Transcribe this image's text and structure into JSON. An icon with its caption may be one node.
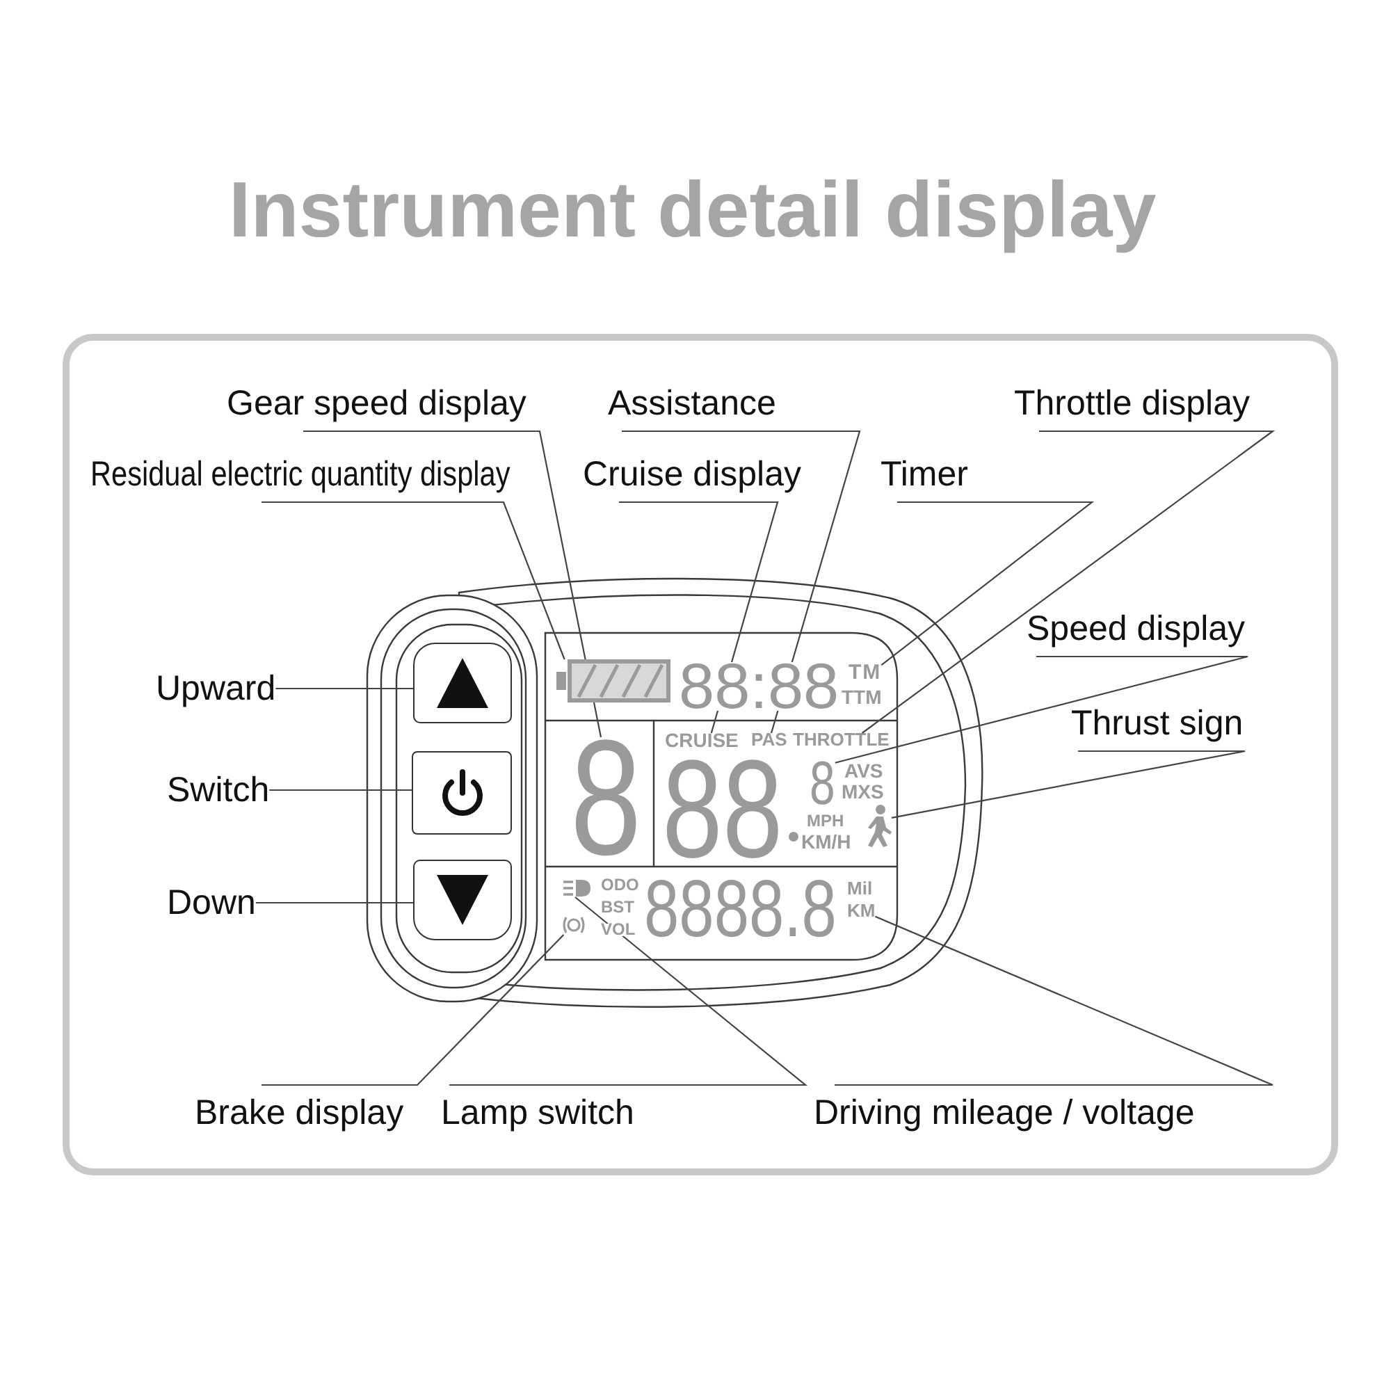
{
  "diagram": {
    "title": "Instrument detail display",
    "nodes": [
      {
        "text": [
          "Gear speed display"
        ]
      },
      {
        "text": [
          "Assistance"
        ]
      },
      {
        "text": [
          "Throttle display"
        ]
      },
      {
        "text": [
          "Residual electric quantity display"
        ]
      },
      {
        "text": [
          "Cruise display"
        ]
      },
      {
        "text": [
          "Timer"
        ]
      },
      {
        "text": [
          "Speed display"
        ]
      },
      {
        "text": [
          "Thrust sign"
        ]
      },
      {
        "text": [
          "Upward"
        ]
      },
      {
        "text": [
          "Switch"
        ]
      },
      {
        "text": [
          "Down"
        ]
      },
      {
        "text": [
          "Brake display"
        ]
      },
      {
        "text": [
          "Lamp switch"
        ]
      },
      {
        "text": [
          "Driving mileage / voltage"
        ]
      },
      {
        "text": [],
        "shape": "box"
      },
      {
        "text": [],
        "shape": "battery"
      },
      {
        "text": [
          "TM"
        ]
      },
      {
        "text": [
          "CRUISE"
        ]
      },
      {
        "text": [
          "PAS"
        ]
      },
      {
        "text": [
          "THROTTLE"
        ]
      },
      {
        "text": [],
        "shape": "box"
      },
      {
        "text": [
          "8"
        ]
      },
      {
        "text": [
          "8"
        ]
      },
      {
        "text": [],
        "shape": "person"
      },
      {
        "text": [],
        "shape": "box"
      },
      {
        "text": [],
        "shape": "lamp"
      },
      {
        "text": [
          "KM"
        ]
      },
      {
        "text": [],
        "shape": "circle"
      }
    ],
    "edges": [
      {
        "from": 0,
        "to": 21,
        "arrow": "none"
      },
      {
        "from": 1,
        "to": 18,
        "arrow": "none"
      },
      {
        "from": 2,
        "to": 19,
        "arrow": "none"
      },
      {
        "from": 3,
        "to": 15,
        "arrow": "none"
      },
      {
        "from": 4,
        "to": 17,
        "arrow": "none"
      },
      {
        "from": 5,
        "to": 16,
        "arrow": "none"
      },
      {
        "from": 6,
        "to": 22,
        "arrow": "none"
      },
      {
        "from": 7,
        "to": 23,
        "arrow": "none"
      },
      {
        "from": 8,
        "to": 14,
        "arrow": "none"
      },
      {
        "from": 9,
        "to": 20,
        "arrow": "none"
      },
      {
        "from": 10,
        "to": 24,
        "arrow": "none"
      },
      {
        "from": 11,
        "to": 27,
        "arrow": "none"
      },
      {
        "from": 12,
        "to": 25,
        "arrow": "none"
      },
      {
        "from": 13,
        "to": 26,
        "arrow": "none"
      }
    ],
    "labels": [
      "88:88",
      "TTM",
      "88",
      "AVS",
      "MXS",
      "MPH",
      "KM/H",
      "ODO",
      "BST",
      "VOL",
      "8888.8",
      "Mil"
    ]
  }
}
